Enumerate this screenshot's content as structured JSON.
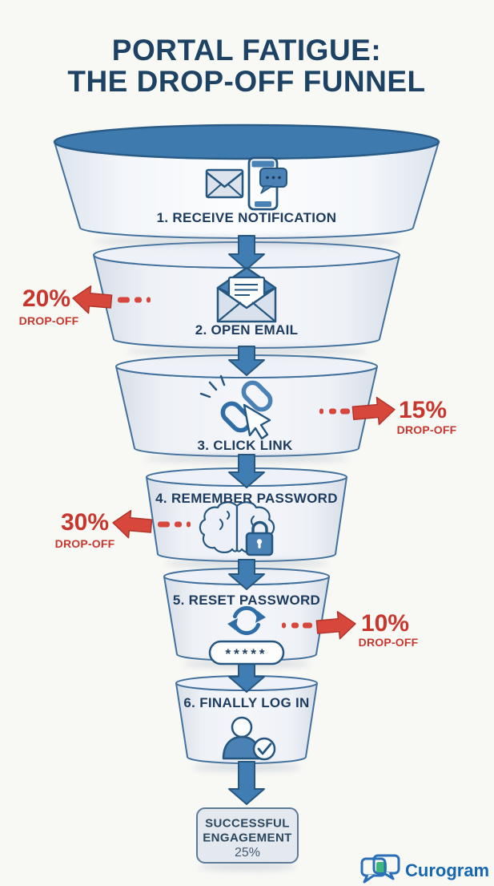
{
  "title": {
    "line1": "PORTAL FATIGUE:",
    "line2": "THE DROP-OFF FUNNEL"
  },
  "funnel": {
    "stages": [
      {
        "number": 1,
        "label": "1. RECEIVE NOTIFICATION",
        "icon": "envelope-and-smartphone-chat-icon"
      },
      {
        "number": 2,
        "label": "2. OPEN EMAIL",
        "icon": "open-email-icon"
      },
      {
        "number": 3,
        "label": "3. CLICK LINK",
        "icon": "chain-link-cursor-icon"
      },
      {
        "number": 4,
        "label": "4. REMEMBER PASSWORD",
        "icon": "brain-padlock-icon"
      },
      {
        "number": 5,
        "label": "5. RESET PASSWORD",
        "icon": "reset-arrows-password-field-icon",
        "password_mask": "*****"
      },
      {
        "number": 6,
        "label": "6. FINALLY LOG IN",
        "icon": "user-check-icon"
      }
    ],
    "dropoffs": [
      {
        "after_stage": 2,
        "percent": "20%",
        "label": "DROP-OFF",
        "side": "left"
      },
      {
        "after_stage": 3,
        "percent": "15%",
        "label": "DROP-OFF",
        "side": "right"
      },
      {
        "after_stage": 4,
        "percent": "30%",
        "label": "DROP-OFF",
        "side": "left"
      },
      {
        "after_stage": 5,
        "percent": "10%",
        "label": "DROP-OFF",
        "side": "right"
      }
    ],
    "result": {
      "line1": "SUCCESSFUL",
      "line2": "ENGAGEMENT",
      "value": "25%"
    }
  },
  "brand": {
    "name": "Curogram"
  },
  "colors": {
    "background": "#f8f8f5",
    "title_navy": "#1d4263",
    "funnel_top_blue": "#3e7aae",
    "funnel_outline": "#42719e",
    "icon_blue": "#4a82b6",
    "icon_navy": "#24567f",
    "arrow_blue": "#3f7db2",
    "dropoff_red": "#c8372e",
    "stage_fill_light": "#eef1f6",
    "brand_blue": "#1767b0",
    "brand_green": "#3eb67c"
  }
}
